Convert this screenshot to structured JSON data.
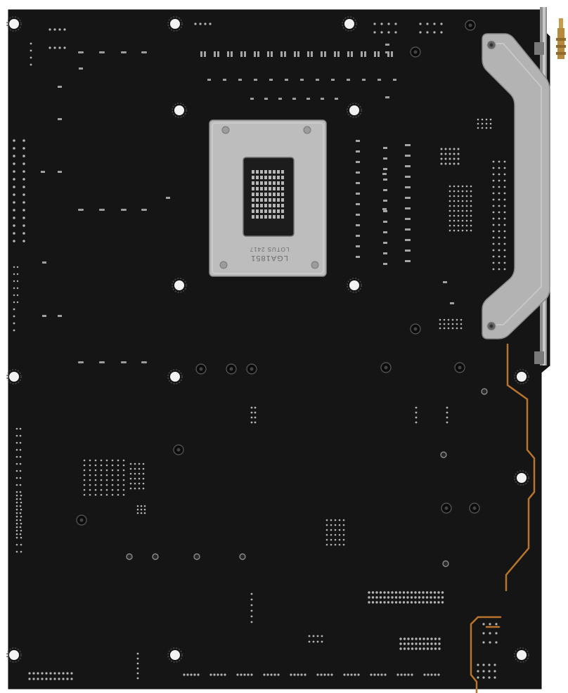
{
  "photo": {
    "subject": "motherboard-back-side",
    "board_color": "#151515",
    "trace_color": "#b8742c",
    "backplate_color": "#b9b9b9",
    "bracket_color": "#a9a9a9"
  },
  "backplate": {
    "marking_line1": "LGA1851",
    "marking_line2": "LOTUS 2417"
  }
}
